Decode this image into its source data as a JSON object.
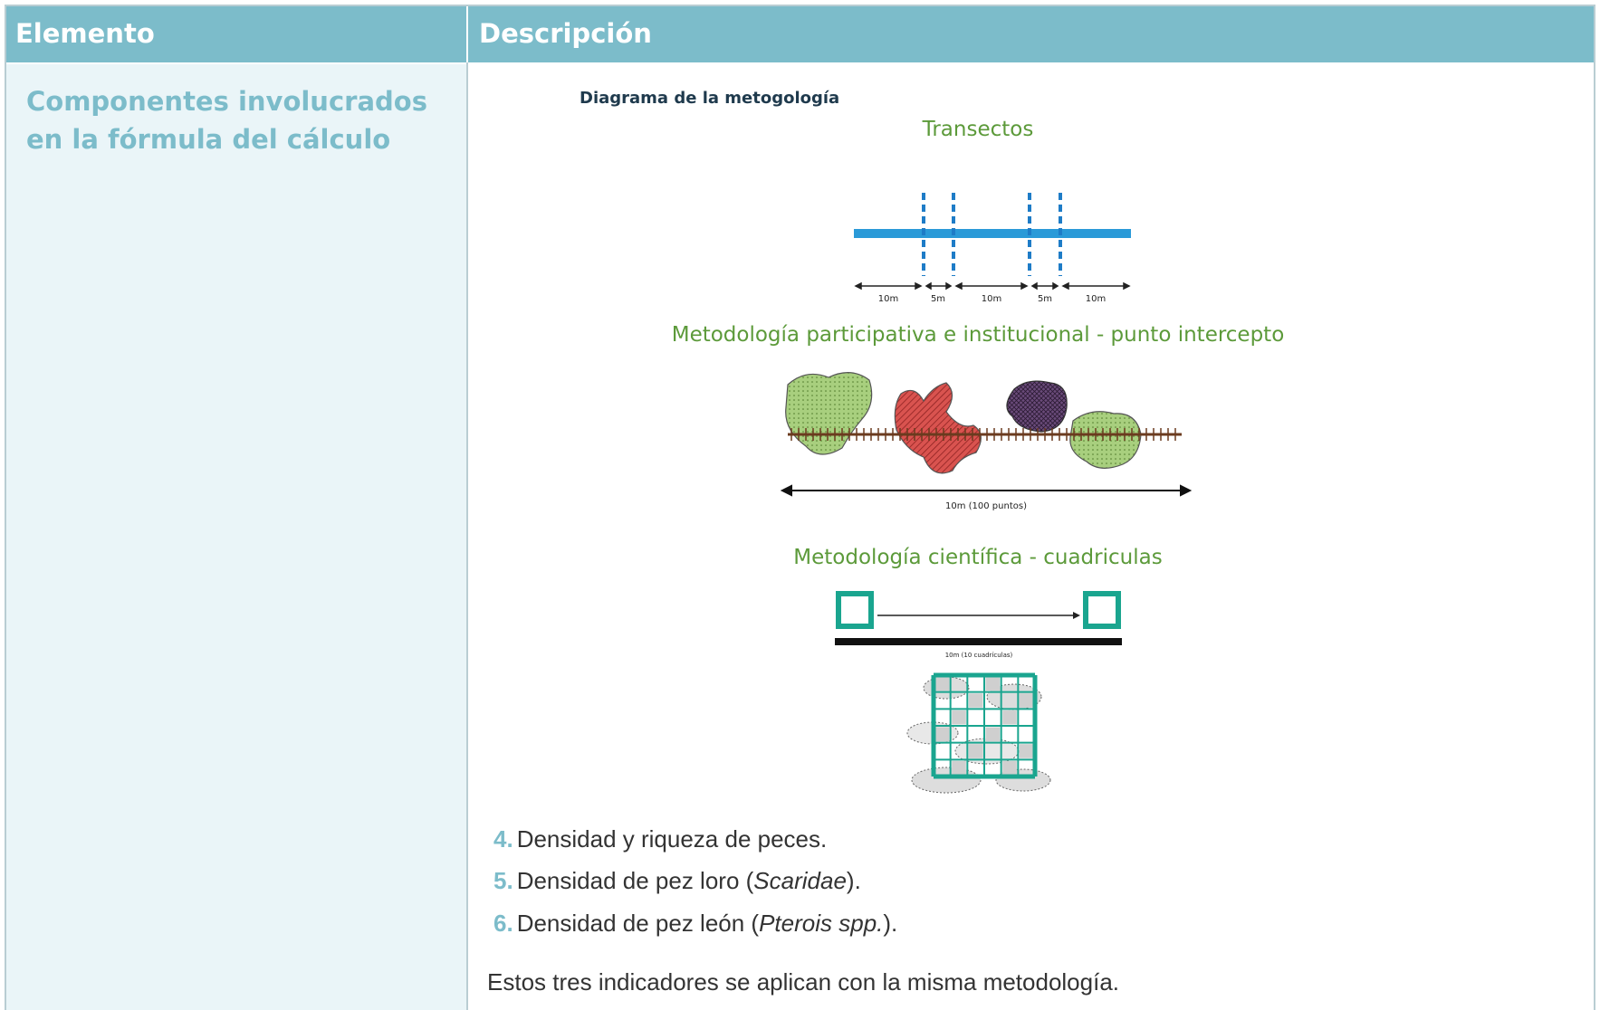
{
  "header": {
    "col1": "Elemento",
    "col2": "Descripción"
  },
  "left": {
    "component_label": "Componentes involucrados en la fórmula del cálculo"
  },
  "diagram": {
    "title": "Diagrama de la metogología",
    "transectos": {
      "heading": "Transectos",
      "segments": [
        "10m",
        "5m",
        "10m",
        "5m",
        "10m"
      ]
    },
    "intercepto": {
      "heading": "Metodología participativa e institucional - punto intercepto",
      "scale_label": "10m (100 puntos)"
    },
    "cuadriculas": {
      "heading": "Metodología científica - cuadriculas",
      "scale_label": "10m (10 cuadrículas)"
    }
  },
  "list": [
    {
      "num": "4.",
      "text_before": "Densidad y riqueza de peces.",
      "italic": "",
      "text_after": ""
    },
    {
      "num": "5.",
      "text_before": "Densidad de pez loro (",
      "italic": "Scaridae",
      "text_after": ")."
    },
    {
      "num": "6.",
      "text_before": "Densidad de pez león (",
      "italic": "Pterois spp.",
      "text_after": ")."
    }
  ],
  "footer": "Estos tres indicadores se aplican con la misma metodología.",
  "colors": {
    "header_bg": "#7cbcca",
    "left_bg": "#eaf5f8",
    "accent_green": "#5c9a3a",
    "transect_blue": "#2a9ad8",
    "grid_teal": "#1aa58f"
  }
}
